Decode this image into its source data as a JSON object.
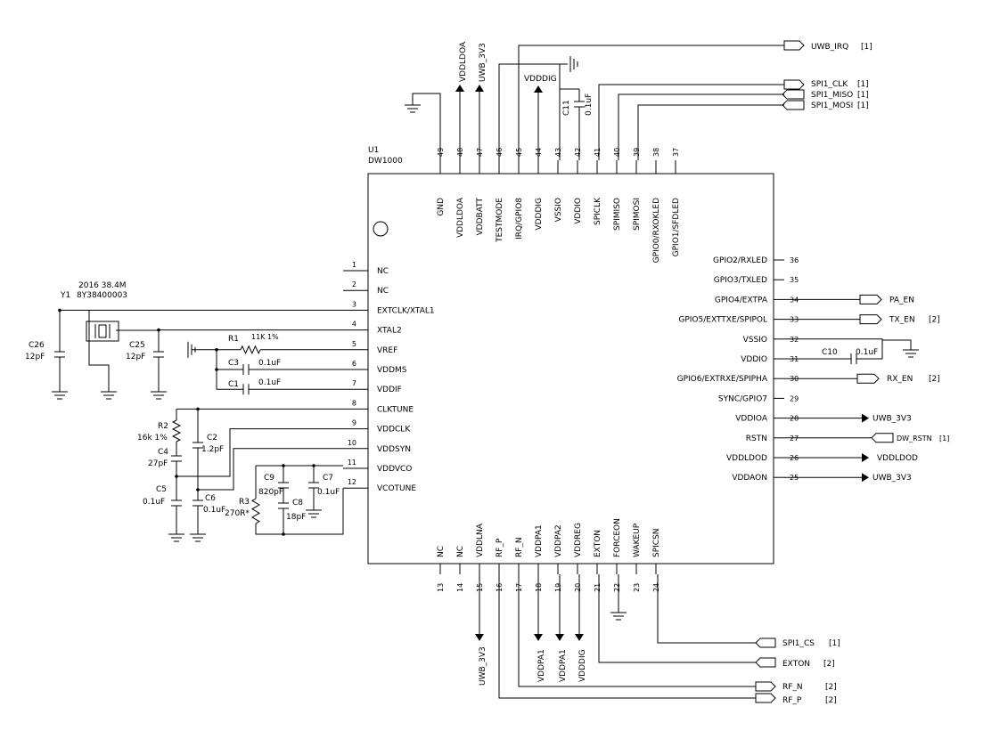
{
  "chip": {
    "ref": "U1",
    "part": "DW1000"
  },
  "pins_left": [
    {
      "num": "1",
      "name": "NC"
    },
    {
      "num": "2",
      "name": "NC"
    },
    {
      "num": "3",
      "name": "EXTCLK/XTAL1"
    },
    {
      "num": "4",
      "name": "XTAL2"
    },
    {
      "num": "5",
      "name": "VREF"
    },
    {
      "num": "6",
      "name": "VDDMS"
    },
    {
      "num": "7",
      "name": "VDDIF"
    },
    {
      "num": "8",
      "name": "CLKTUNE"
    },
    {
      "num": "9",
      "name": "VDDCLK"
    },
    {
      "num": "10",
      "name": "VDDSYN"
    },
    {
      "num": "11",
      "name": "VDDVCO"
    },
    {
      "num": "12",
      "name": "VCOTUNE"
    }
  ],
  "pins_right": [
    {
      "num": "36",
      "name": "GPIO2/RXLED"
    },
    {
      "num": "35",
      "name": "GPIO3/TXLED"
    },
    {
      "num": "34",
      "name": "GPIO4/EXTPA"
    },
    {
      "num": "33",
      "name": "GPIO5/EXTTXE/SPIPOL"
    },
    {
      "num": "32",
      "name": "VSSIO"
    },
    {
      "num": "31",
      "name": "VDDIO"
    },
    {
      "num": "30",
      "name": "GPIO6/EXTRXE/SPIPHA"
    },
    {
      "num": "29",
      "name": "SYNC/GPIO7"
    },
    {
      "num": "28",
      "name": "VDDIOA"
    },
    {
      "num": "27",
      "name": "RSTN"
    },
    {
      "num": "26",
      "name": "VDDLDOD"
    },
    {
      "num": "25",
      "name": "VDDAON"
    }
  ],
  "pins_top": [
    {
      "num": "49",
      "name": "GND"
    },
    {
      "num": "48",
      "name": "VDDLDOA"
    },
    {
      "num": "47",
      "name": "VDDBATT"
    },
    {
      "num": "46",
      "name": "TESTMODE"
    },
    {
      "num": "45",
      "name": "IRQ/GPIO8"
    },
    {
      "num": "44",
      "name": "VDDDIG"
    },
    {
      "num": "43",
      "name": "VSSIO"
    },
    {
      "num": "42",
      "name": "VDDIO"
    },
    {
      "num": "41",
      "name": "SPICLK"
    },
    {
      "num": "40",
      "name": "SPIMISO"
    },
    {
      "num": "39",
      "name": "SPIMOSI"
    },
    {
      "num": "38",
      "name": "GPIO0/RXOKLED"
    },
    {
      "num": "37",
      "name": "GPIO1/SFDLED"
    }
  ],
  "pins_bottom": [
    {
      "num": "13",
      "name": "NC"
    },
    {
      "num": "14",
      "name": "NC"
    },
    {
      "num": "15",
      "name": "VDDLNA"
    },
    {
      "num": "16",
      "name": "RF_P"
    },
    {
      "num": "17",
      "name": "RF_N"
    },
    {
      "num": "18",
      "name": "VDDPA1"
    },
    {
      "num": "19",
      "name": "VDDPA2"
    },
    {
      "num": "20",
      "name": "VDDREG"
    },
    {
      "num": "21",
      "name": "EXTON"
    },
    {
      "num": "22",
      "name": "FORCEON"
    },
    {
      "num": "23",
      "name": "WAKEUP"
    },
    {
      "num": "24",
      "name": "SPICSN"
    }
  ],
  "nets": {
    "top_vddldoa": "VDDLDOA",
    "top_uwb3v3": "UWB_3V3",
    "top_vdddig": "VDDDIG",
    "bottom_uwb3v3": "UWB_3V3",
    "bottom_vddpa1_a": "VDDPA1",
    "bottom_vddpa1_b": "VDDPA1",
    "bottom_vdddig": "VDDDIG",
    "right_vddioa": "UWB_3V3",
    "right_vddldod": "VDDLDOD",
    "right_vddaon": "UWB_3V3"
  },
  "ports": {
    "uwb_irq": {
      "label": "UWB_IRQ",
      "ref": "[1]"
    },
    "spi1_clk": {
      "label": "SPI1_CLK",
      "ref": "[1]"
    },
    "spi1_miso": {
      "label": "SPI1_MISO",
      "ref": "[1]"
    },
    "spi1_mosi": {
      "label": "SPI1_MOSI",
      "ref": "[1]"
    },
    "pa_en": {
      "label": "PA_EN",
      "ref": ""
    },
    "tx_en": {
      "label": "TX_EN",
      "ref": "[2]"
    },
    "rx_en": {
      "label": "RX_EN",
      "ref": "[2]"
    },
    "dw_rstn": {
      "label": "DW_RSTN",
      "ref": "[1]"
    },
    "spi1_cs": {
      "label": "SPI1_CS",
      "ref": "[1]"
    },
    "exton": {
      "label": "EXTON",
      "ref": "[2]"
    },
    "rf_n": {
      "label": "RF_N",
      "ref": "[2]"
    },
    "rf_p": {
      "label": "RF_P",
      "ref": "[2]"
    }
  },
  "components": {
    "y1": {
      "ref": "Y1",
      "line1": "2016 38.4M",
      "line2": "8Y38400003"
    },
    "c26": {
      "ref": "C26",
      "value": "12pF"
    },
    "c25": {
      "ref": "C25",
      "value": "12pF"
    },
    "r1": {
      "ref": "R1",
      "value": "11K 1%"
    },
    "c3": {
      "ref": "C3",
      "value": "0.1uF"
    },
    "c1": {
      "ref": "C1",
      "value": "0.1uF"
    },
    "r2": {
      "ref": "R2",
      "value": "16k 1%"
    },
    "c2": {
      "ref": "C2",
      "value": "1.2pF"
    },
    "c4": {
      "ref": "C4",
      "value": "27pF"
    },
    "c5": {
      "ref": "C5",
      "value": "0.1uF"
    },
    "c6": {
      "ref": "C6",
      "value": "0.1uF"
    },
    "r3": {
      "ref": "R3",
      "value": "270R*"
    },
    "c9": {
      "ref": "C9",
      "value": "820pF"
    },
    "c8": {
      "ref": "C8",
      "value": "18pF"
    },
    "c7": {
      "ref": "C7",
      "value": "0.1uF"
    },
    "c10": {
      "ref": "C10",
      "value": "0.1uF"
    },
    "c11": {
      "ref": "C11",
      "value": "0.1uF"
    }
  }
}
